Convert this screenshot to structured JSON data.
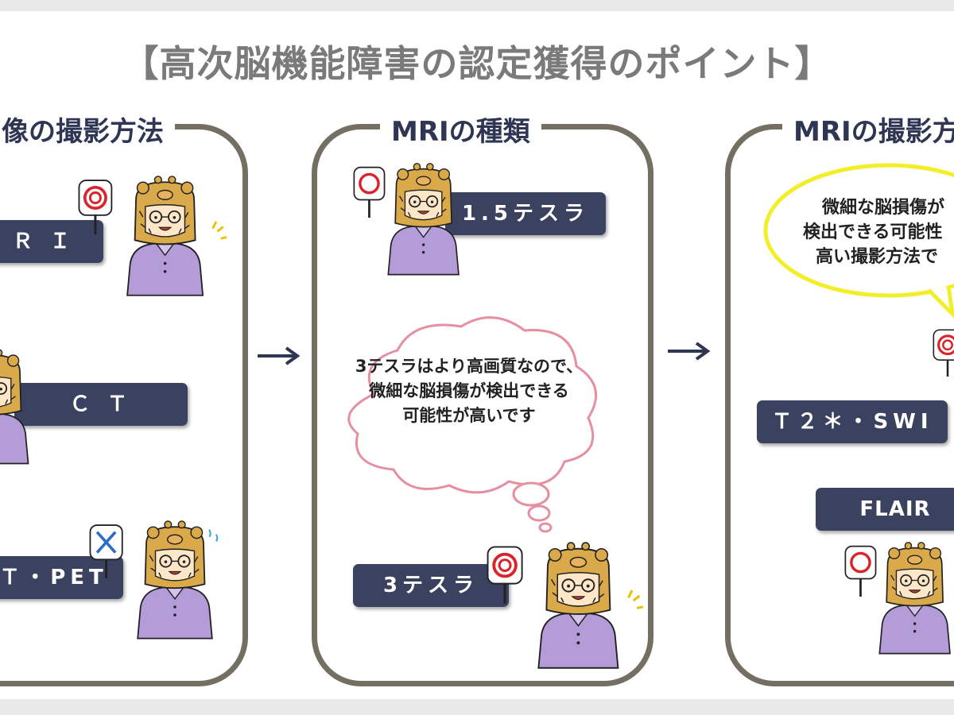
{
  "title": "【高次脳機能障害の認定獲得のポイント】",
  "panels": [
    {
      "heading": "像の撮影方法",
      "items": [
        "Ｒ Ｉ",
        "Ｃ Ｔ",
        "Ｔ・PET"
      ]
    },
    {
      "heading": "MRIの種類",
      "items": [
        "1.5テスラ",
        "3テスラ"
      ],
      "bubble_lines": [
        "3テスラはより高画質なので、",
        "微細な脳損傷が検出できる",
        "可能性が高いです"
      ]
    },
    {
      "heading": "MRIの撮影方",
      "items": [
        "Ｔ２＊・SWI",
        "FLAIR"
      ],
      "bubble_lines": [
        "微細な脳損傷が",
        "検出できる可能性",
        "高い撮影方法で"
      ]
    }
  ],
  "colors": {
    "frame": "#746e63",
    "pill": "#3a4260",
    "heading": "#2e3654",
    "sign_circle": "#d9242a",
    "sign_cross": "#2b6cc4",
    "cloud_outline": "#e58fa0",
    "speech_outline": "#f2ef2a",
    "shirt": "#b49cd8",
    "hood": "#d9a94a"
  },
  "signs": {
    "circle": "○",
    "double_circle": "◎",
    "cross": "×"
  }
}
